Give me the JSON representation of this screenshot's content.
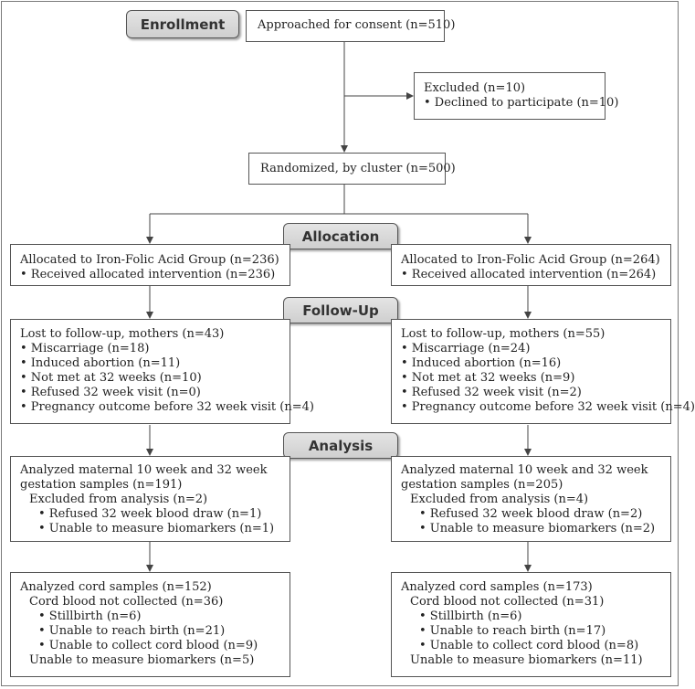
{
  "stages": {
    "enrollment": "Enrollment",
    "allocation": "Allocation",
    "follow_up": "Follow-Up",
    "analysis": "Analysis"
  },
  "approached": "Approached for consent (n=510)",
  "excluded": {
    "title": "Excluded (n=10)",
    "items": [
      "• Declined to participate (n=10)"
    ]
  },
  "randomized": "Randomized, by cluster (n=500)",
  "left": {
    "allocation": [
      "Allocated to Iron-Folic Acid Group (n=236)",
      "• Received allocated intervention (n=236)"
    ],
    "followup": [
      "Lost to follow-up, mothers (n=43)",
      "• Miscarriage (n=18)",
      "• Induced abortion (n=11)",
      "• Not met at 32 weeks (n=10)",
      "• Refused 32 week visit (n=0)",
      "• Pregnancy outcome before 32 week visit (n=4)"
    ],
    "analysis": [
      "Analyzed maternal 10 week and 32 week",
      "gestation samples (n=191)",
      "Excluded from analysis (n=2)",
      "• Refused 32 week blood draw (n=1)",
      "• Unable to measure biomarkers (n=1)"
    ],
    "cord": [
      "Analyzed cord samples (n=152)",
      "Cord blood not collected (n=36)",
      "• Stillbirth (n=6)",
      "• Unable to reach birth (n=21)",
      "• Unable to collect cord blood (n=9)",
      "Unable to measure biomarkers (n=5)"
    ]
  },
  "right": {
    "allocation": [
      "Allocated to Iron-Folic Acid Group (n=264)",
      "• Received allocated intervention (n=264)"
    ],
    "followup": [
      "Lost to follow-up, mothers (n=55)",
      "• Miscarriage (n=24)",
      "• Induced abortion (n=16)",
      "• Not met at 32 weeks (n=9)",
      "• Refused 32 week visit (n=2)",
      "• Pregnancy outcome before 32 week visit (n=4)"
    ],
    "analysis": [
      "Analyzed maternal 10 week and 32 week",
      "gestation samples (n=205)",
      "Excluded from analysis (n=4)",
      "• Refused 32 week blood draw (n=2)",
      "• Unable to measure biomarkers (n=2)"
    ],
    "cord": [
      "Analyzed cord samples (n=173)",
      "Cord blood not collected (n=31)",
      "• Stillbirth (n=6)",
      "• Unable to reach birth (n=17)",
      "• Unable to collect cord blood (n=8)",
      "Unable to measure biomarkers (n=11)"
    ]
  }
}
